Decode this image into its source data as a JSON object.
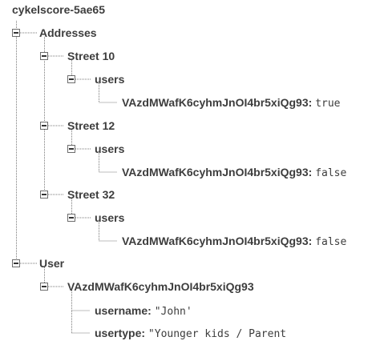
{
  "root": {
    "label": "cykelscore-5ae65"
  },
  "addresses": {
    "label": "Addresses",
    "streets": [
      {
        "label": "Street 10",
        "users_label": "users",
        "user_key": "VAzdMWafK6cyhmJnOI4br5xiQg93",
        "user_value": "true"
      },
      {
        "label": "Street 12",
        "users_label": "users",
        "user_key": "VAzdMWafK6cyhmJnOI4br5xiQg93",
        "user_value": "false"
      },
      {
        "label": "Street 32",
        "users_label": "users",
        "user_key": "VAzdMWafK6cyhmJnOI4br5xiQg93",
        "user_value": "false"
      }
    ]
  },
  "user": {
    "label": "User",
    "entry": {
      "key": "VAzdMWafK6cyhmJnOI4br5xiQg93",
      "fields": [
        {
          "key": "username",
          "value": "\"John'"
        },
        {
          "key": "usertype",
          "value": "\"Younger kids / Parent"
        }
      ]
    }
  }
}
